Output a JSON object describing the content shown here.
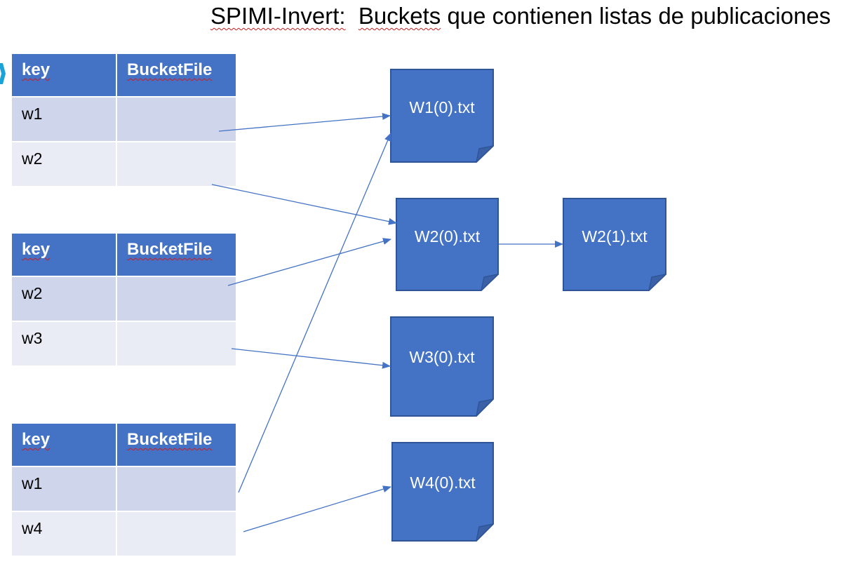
{
  "title": {
    "prefix": "SPIMI-Invert:",
    "suffix_word": "Buckets",
    "rest": " que contienen listas de publicaciones"
  },
  "tables": [
    {
      "header": {
        "key": "key",
        "bucket": "BucketFile"
      },
      "rows": [
        {
          "key": "w1",
          "bucket": ""
        },
        {
          "key": "w2",
          "bucket": ""
        }
      ]
    },
    {
      "header": {
        "key": "key",
        "bucket": "BucketFile"
      },
      "rows": [
        {
          "key": "w2",
          "bucket": ""
        },
        {
          "key": "w3",
          "bucket": ""
        }
      ]
    },
    {
      "header": {
        "key": "key",
        "bucket": "BucketFile"
      },
      "rows": [
        {
          "key": "w1",
          "bucket": ""
        },
        {
          "key": "w4",
          "bucket": ""
        }
      ]
    }
  ],
  "files": {
    "w1_0": "W1(0).txt",
    "w2_0": "W2(0).txt",
    "w2_1": "W2(1).txt",
    "w3_0": "W3(0).txt",
    "w4_0": "W4(0).txt"
  },
  "colors": {
    "accent": "#4472c4",
    "doc_border": "#2f5597",
    "row_odd": "#cfd5ea",
    "row_even": "#e9ebf5",
    "arrow": "#4472c4"
  }
}
